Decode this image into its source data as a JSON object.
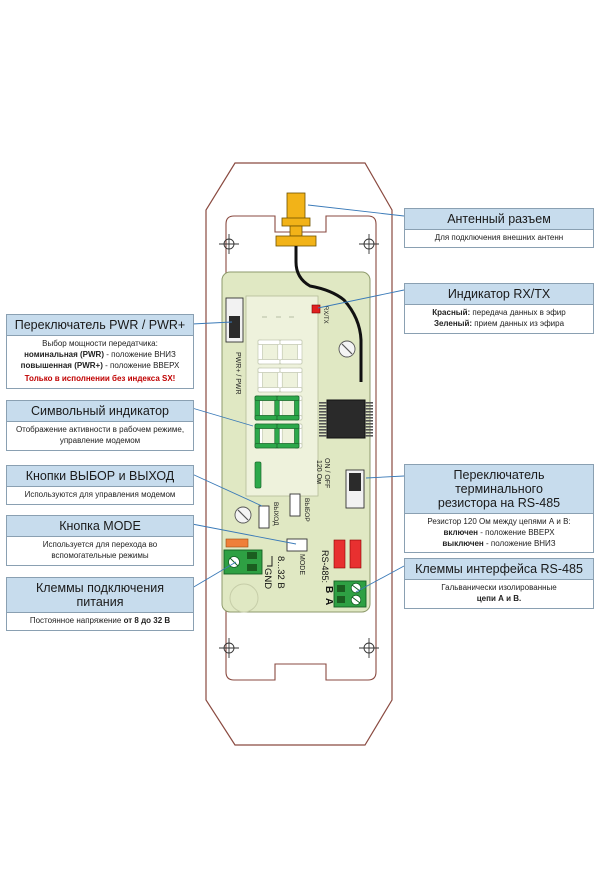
{
  "device": {
    "led_label": "RX/TX",
    "pwr_label": "PWR+ / PWR",
    "terminator_label_top": "ON / OFF",
    "terminator_label_bottom": "120 Ом",
    "btn_exit_label": "ВЫХОД",
    "btn_select_label": "ВЫБОР",
    "mode_label": "MODE",
    "power_label_top": "8...32 В",
    "power_label_bottom": "GND",
    "rs485_label": "RS-485:",
    "rs485_b": "B",
    "rs485_a": "A"
  },
  "callouts": {
    "antenna": {
      "title": "Антенный разъем",
      "desc": "Для подключения внешних антенн"
    },
    "rxtx": {
      "title": "Индикатор RX/TX",
      "red_label": "Красный:",
      "red_text": " передача данных в эфир",
      "green_label": "Зеленый:",
      "green_text": " прием данных из эфира"
    },
    "pwr": {
      "title": "Переключатель PWR / PWR+",
      "line1": "Выбор мощности передатчика:",
      "nominal_label": "номинальная (PWR)",
      "nominal_text": " - положение ВНИЗ",
      "high_label": "повышенная (PWR+)",
      "high_text": " - положение ВВЕРХ",
      "note": "Только в исполнении без индекса SX!"
    },
    "display": {
      "title": "Символьный индикатор",
      "line1": "Отображение активности в рабочем режиме,",
      "line2": "управление модемом"
    },
    "buttons": {
      "title": "Кнопки  ВЫБОР и ВЫХОД",
      "desc": "Используются для управления модемом"
    },
    "terminator": {
      "title_line1": "Переключатель терминального",
      "title_line2": "резистора на RS-485",
      "line1": "Резистор 120 Ом между цепями А и В:",
      "on_label": "включен",
      "on_text": " - положение ВВЕРХ",
      "off_label": "выключен",
      "off_text": " - положение ВНИЗ"
    },
    "mode": {
      "title": "Кнопка MODE",
      "line1": "Используется для перехода во",
      "line2": "вспомогательные режимы"
    },
    "power": {
      "title": "Клеммы подключения питания",
      "desc_prefix": "Постоянное напряжение ",
      "desc_bold": "от 8 до 32 В"
    },
    "rs485": {
      "title": "Клеммы интерфейса RS-485",
      "line1": "Гальванически изолированные",
      "line2": "цепи А и В."
    }
  }
}
